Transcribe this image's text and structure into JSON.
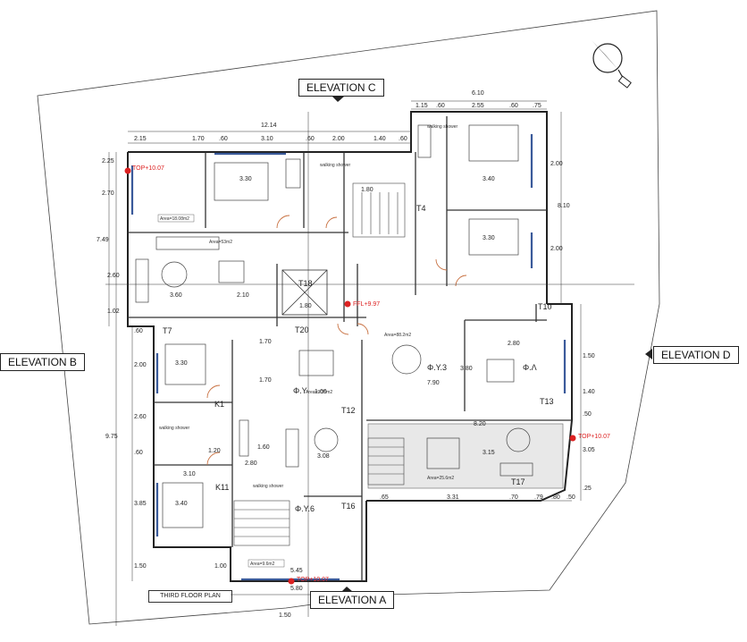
{
  "elevations": {
    "top": "ELEVATION C",
    "left": "ELEVATION B",
    "right": "ELEVATION D",
    "bottom": "ELEVATION A"
  },
  "plan_title": "THIRD FLOOR PLAN",
  "level_markers": {
    "top_left": "TOP+10.07",
    "center": "FFL+9.97",
    "right": "TOP+10.07",
    "bottom": "TOP+10.07"
  },
  "room_codes": [
    "T4",
    "T18",
    "T20",
    "T7",
    "T10",
    "T12",
    "T13",
    "T16",
    "T17",
    "K11",
    "K1",
    "Φ.Υ.3",
    "Φ.Υ.6",
    "Φ.Υ",
    "Φ.Λ"
  ],
  "room_dims": [
    "3.30",
    "3.40",
    "3.30",
    "3.60",
    "2.10",
    "3.30",
    "1.70",
    "1.70",
    "2.80",
    "3.80",
    "7.90",
    "3.08",
    "3.15",
    "3.40",
    "3.10",
    "8.20",
    "1.20",
    "1.60",
    "2.80",
    "1.80",
    "1.60",
    "1.80"
  ],
  "top_dims": {
    "overall": "12.14",
    "segments": [
      "2.15",
      "1.70",
      ".60",
      "3.10",
      ".60",
      "2.00",
      "1.40",
      ".60"
    ],
    "right_overall": "6.10",
    "right_segments": [
      "1.15",
      ".60",
      "2.55",
      ".60",
      ".75"
    ]
  },
  "left_dims": [
    "2.25",
    "2.70",
    "7.49",
    "2.60",
    "1.02",
    ".60",
    "2.00",
    "2.60",
    "9.75",
    ".60",
    "3.85",
    "1.50",
    "1.00",
    "1.50"
  ],
  "right_dims": [
    "2.00",
    "8.10",
    "2.00",
    "1.50",
    "1.40",
    ".50",
    "3.05",
    ".25"
  ],
  "bottom_dims": [
    ".65",
    "3.31",
    ".70",
    ".79",
    ".80",
    ".50",
    "5.45",
    "5.80"
  ],
  "fixture_labels": [
    "walking shower",
    "walking shower",
    "walking shower",
    "walking shower"
  ],
  "area_labels": [
    "Area=18.08m2",
    "Area=53m2",
    "Area=88.2m2",
    "Area=9.25m2",
    "Area=25.6m2",
    "Area=9.6m2"
  ],
  "colors": {
    "line": "#222222",
    "wall": "#333333",
    "glazing": "#3a5a9a",
    "door": "#c87040",
    "marker": "#dd2222",
    "terrace": "#e6e6e6"
  }
}
